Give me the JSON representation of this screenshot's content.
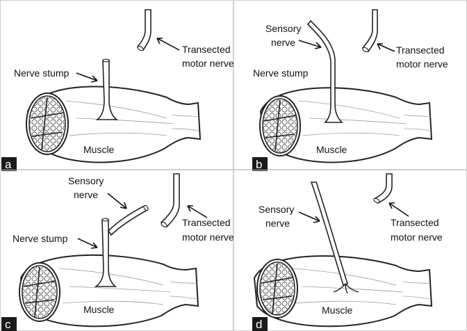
{
  "panels": [
    {
      "letter": "a",
      "labels": {
        "stump": "Nerve stump",
        "muscle": "Muscle",
        "motor1": "Transected",
        "motor2": "motor nerve"
      }
    },
    {
      "letter": "b",
      "labels": {
        "sensory1": "Sensory",
        "sensory2": "nerve",
        "stump": "Nerve stump",
        "muscle": "Muscle",
        "motor1": "Transected",
        "motor2": "motor nerve"
      }
    },
    {
      "letter": "c",
      "labels": {
        "sensory1": "Sensory",
        "sensory2": "nerve",
        "stump": "Nerve stump",
        "muscle": "Muscle",
        "motor1": "Transected",
        "motor2": "motor nerve"
      }
    },
    {
      "letter": "d",
      "labels": {
        "sensory1": "Sensory",
        "sensory2": "nerve",
        "muscle": "Muscle",
        "motor1": "Transected",
        "motor2": "motor nerve"
      }
    }
  ]
}
